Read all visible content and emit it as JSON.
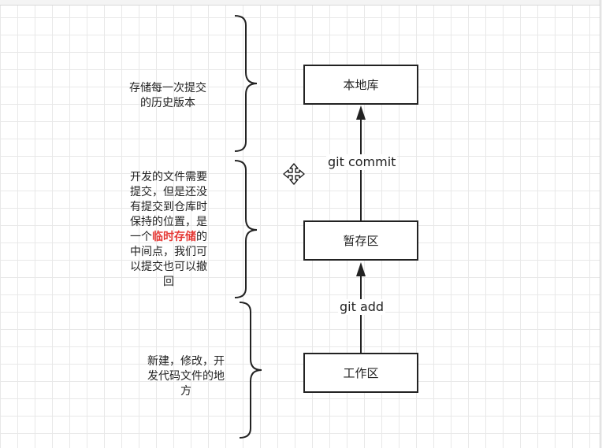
{
  "nodes": {
    "local_repo": "本地库",
    "staging": "暂存区",
    "workspace": "工作区"
  },
  "edges": {
    "commit": "git commit",
    "add": "git add"
  },
  "notes": {
    "local_repo": [
      "存储每一次提交",
      "的历史版本"
    ],
    "staging": {
      "line1": "开发的文件需要",
      "line2": "提交，但是还没",
      "line3": "有提交到仓库时",
      "line4": "保持的位置，是",
      "line5_pre": "一个",
      "line5_highlight": "临时存储",
      "line5_post": "的",
      "line6": "中间点，我们可",
      "line7": "以提交也可以撤",
      "line8": "回"
    },
    "workspace": [
      "新建，修改，开",
      "发代码文件的地",
      "方"
    ]
  },
  "colors": {
    "stroke": "#222222",
    "highlight": "#e53935",
    "grid": "#e8e8e8"
  },
  "icons": [
    "move-cursor-icon"
  ]
}
